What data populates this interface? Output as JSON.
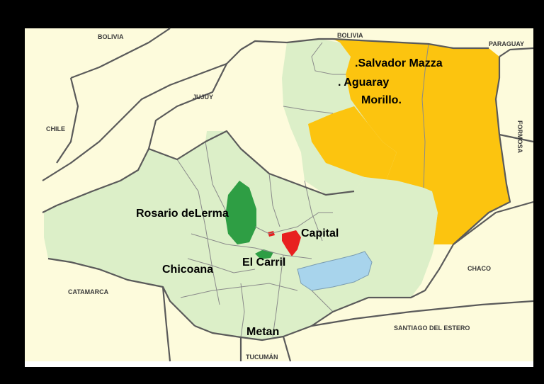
{
  "colors": {
    "frame": "#000000",
    "background_white": "#ffffff",
    "neighbor_land": "#fdfbdc",
    "salta_department": "#dcefc8",
    "orange_departments": "#fcc40f",
    "green_departments": "#2e9e44",
    "red_department": "#e82020",
    "water": "#a8d4ec",
    "border_line": "#5a5a5a"
  },
  "neighbors": {
    "bolivia_west": "BOLIVIA",
    "bolivia_east": "BOLIVIA",
    "paraguay": "PARAGUAY",
    "jujuy": "JUJUY",
    "chile": "CHILE",
    "formosa": "FORMOSA",
    "chaco": "CHACO",
    "catamarca": "CATAMARCA",
    "santiago_del_estero": "SANTIAGO DEL ESTERO",
    "tucuman": "TUCUMÁN"
  },
  "places": {
    "salvador_mazza": ".Salvador Mazza",
    "aguaray": ". Aguaray",
    "morillo": "Morillo.",
    "rosario_de_lerma": "Rosario deLerma",
    "capital": "Capital",
    "el_carril": "El Carril",
    "chicoana": "Chicoana",
    "metan": "Metan"
  }
}
